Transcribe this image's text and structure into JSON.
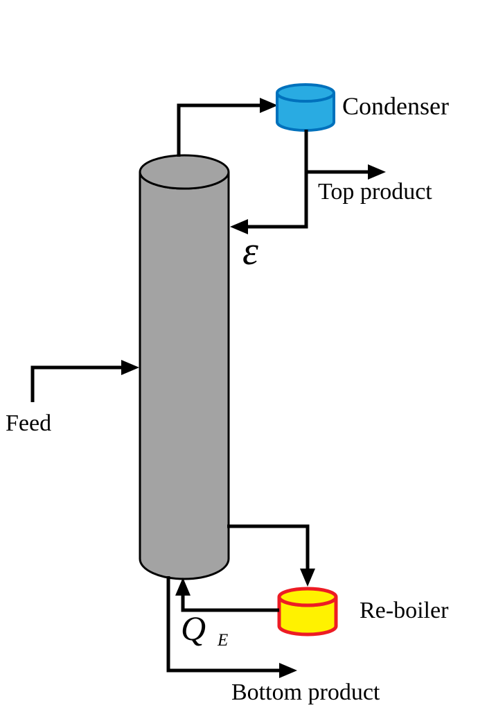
{
  "labels": {
    "condenser": "Condenser",
    "top_product": "Top product",
    "reflux_epsilon": "ε",
    "feed": "Feed",
    "reboiler": "Re-boiler",
    "heat_duty_symbol": "Q",
    "heat_duty_subscript": "E",
    "bottom_product": "Bottom product"
  },
  "colors": {
    "background": "#ffffff",
    "line": "#000000",
    "text": "#000000",
    "column_fill": "#a3a3a3",
    "column_stroke": "#000000",
    "condenser_fill": "#29abe2",
    "condenser_stroke": "#0071bc",
    "reboiler_fill": "#fff200",
    "reboiler_stroke": "#ed1c24"
  }
}
